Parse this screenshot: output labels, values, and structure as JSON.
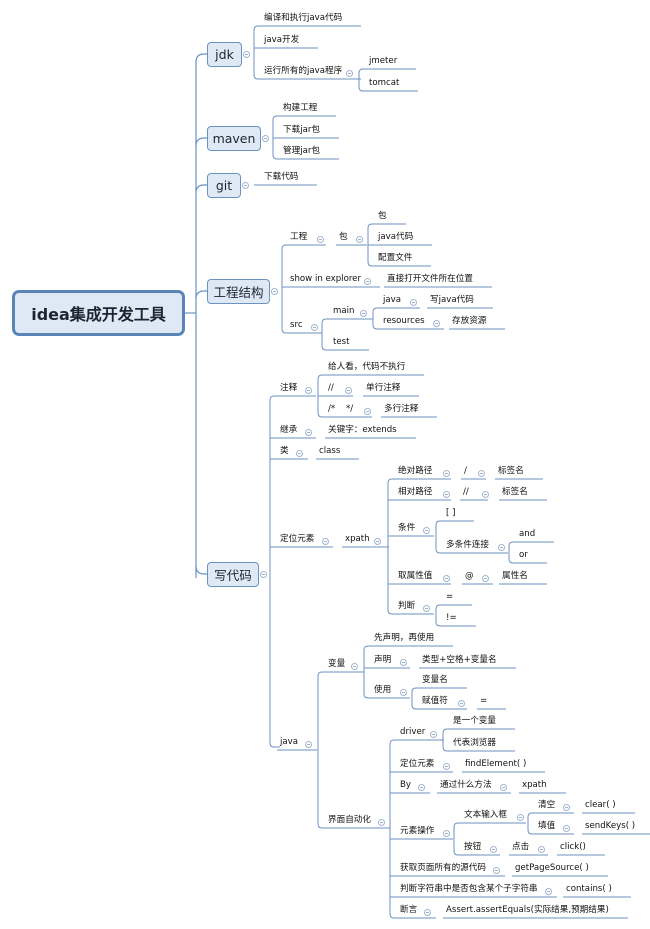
{
  "root": {
    "label": "idea集成开发工具"
  },
  "branches": {
    "jdk": {
      "label": "jdk",
      "items": {
        "compile": "编译和执行java代码",
        "dev": "java开发",
        "run_all": "运行所有的java程序",
        "jmeter": "jmeter",
        "tomcat": "tomcat"
      }
    },
    "maven": {
      "label": "maven",
      "items": {
        "build": "构建工程",
        "download_jar": "下载jar包",
        "manage_jar": "管理jar包"
      }
    },
    "git": {
      "label": "git",
      "items": {
        "download_code": "下载代码"
      }
    },
    "project": {
      "label": "工程结构",
      "items": {
        "project": "工程",
        "package": "包",
        "pkg": "包",
        "java_code": "java代码",
        "config": "配置文件",
        "show_in_explorer": "show in explorer",
        "open_location": "直接打开文件所在位置",
        "src": "src",
        "main": "main",
        "java": "java",
        "write_java": "写java代码",
        "resources": "resources",
        "store_resources": "存放资源",
        "test": "test"
      }
    },
    "code": {
      "label": "写代码",
      "items": {
        "comment": "注释",
        "comment_desc": "给人看，代码不执行",
        "single_sym": "//",
        "single": "单行注释",
        "multi_open": "/*",
        "multi_close": "*/",
        "multi": "多行注释",
        "inherit": "继承",
        "keyword": "关键字：extends",
        "class_cn": "类",
        "class_en": "class",
        "locate": "定位元素",
        "xpath": "xpath",
        "abs_path": "绝对路径",
        "slash": "/",
        "tag1": "标签名",
        "rel_path": "相对路径",
        "dslash": "//",
        "tag2": "标签名",
        "condition": "条件",
        "brackets": "[ ]",
        "multi_cond": "多条件连接",
        "and": "and",
        "or": "or",
        "attr_value": "取属性值",
        "at": "@",
        "attr_name": "属性名",
        "judge": "判断",
        "eq": "=",
        "neq": "!=",
        "java": "java",
        "variable": "变量",
        "declare_first": "先声明，再使用",
        "declare": "声明",
        "declare_desc": "类型+空格+变量名",
        "use": "使用",
        "var_name": "变量名",
        "assign": "赋值符",
        "assign_sym": "=",
        "ui_auto": "界面自动化",
        "driver": "driver",
        "is_var": "是一个变量",
        "browser": "代表浏览器",
        "locate_el": "定位元素",
        "find_element": "findElement( )",
        "by": "By",
        "by_method": "通过什么方法",
        "by_xpath": "xpath",
        "el_op": "元素操作",
        "text_input": "文本输入框",
        "clear_cn": "清空",
        "clear_fn": "clear( )",
        "fill_cn": "填值",
        "send_keys": "sendKeys( )",
        "button": "按钮",
        "click_cn": "点击",
        "click_fn": "click()",
        "page_src": "获取页面所有的源代码",
        "get_page_src": "getPageSource( )",
        "contains_desc": "判断字符串中是否包含某个子字符串",
        "contains_fn": "contains( )",
        "assert_cn": "断言",
        "assert_fn": "Assert.assertEquals(实际结果,预期结果)"
      }
    }
  }
}
